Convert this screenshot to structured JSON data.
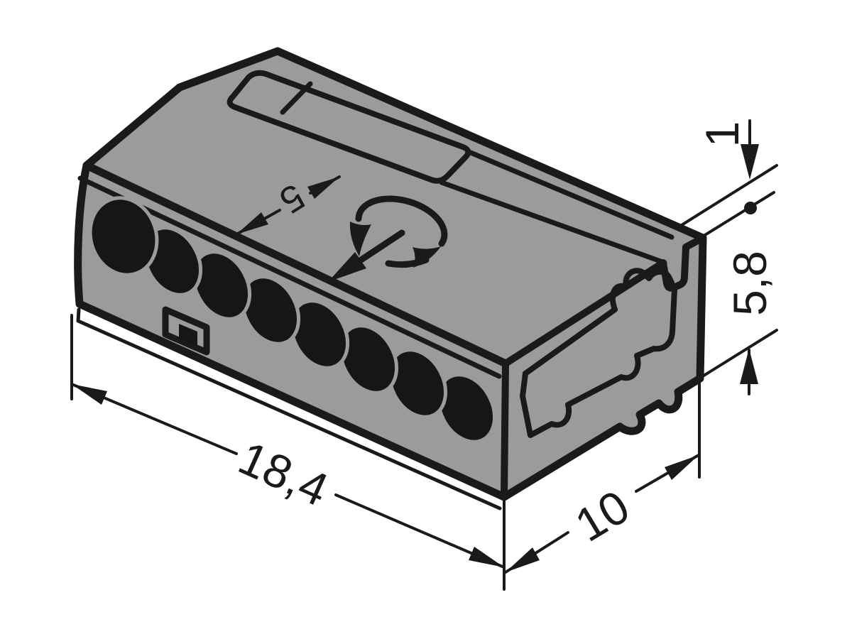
{
  "drawing": {
    "type": "isometric technical line drawing",
    "subject": "8-conductor push-wire compact connector",
    "background_color": "#ffffff",
    "body_color": "#9b9b9d",
    "line_color": "#1a1a1a",
    "hole_color": "#161616",
    "wire_entry_holes": 8
  },
  "dimensions": {
    "length": "18,4",
    "depth": "10",
    "height": "5,8",
    "rim": "1",
    "strip": "5"
  },
  "symbols": {
    "rotate_release_icon": "circular arrow with pull-out arrow (twist and pull wire release)"
  }
}
